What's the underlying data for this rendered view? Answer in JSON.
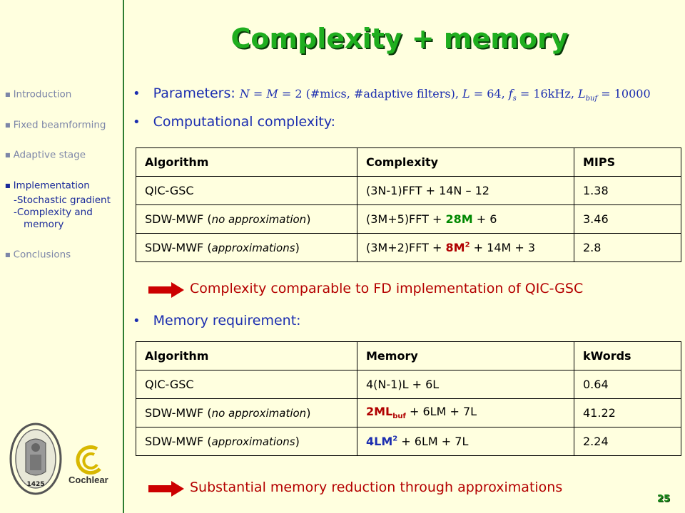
{
  "sidebar": {
    "items": [
      {
        "label": "Introduction"
      },
      {
        "label": "Fixed beamforming"
      },
      {
        "label": "Adaptive stage"
      },
      {
        "label": "Implementation"
      }
    ],
    "subitems": [
      "-Stochastic gradient",
      "-Complexity  and",
      "memory"
    ],
    "last_item": "Conclusions",
    "cochlear_label": "Cochlear",
    "seal_year": "1425"
  },
  "slide": {
    "title": "Complexity + memory",
    "parameters_label": "Parameters:",
    "parameters_text_a": "N",
    "parameters_text_b": " = ",
    "parameters_text_c": "M",
    "parameters_text_d": " = 2 (#mics, #adaptive filters), ",
    "parameters_text_e": "L",
    "parameters_text_f": " = 64, ",
    "parameters_fs": "f",
    "parameters_fs_sub": "s",
    "parameters_text_g": " = 16kHz, ",
    "parameters_lbuf": "L",
    "parameters_lbuf_sub": "buf",
    "parameters_text_h": " = 10000",
    "complexity_label": "Computational complexity:",
    "memory_label": "Memory requirement:",
    "conclusion1": "Complexity comparable to FD implementation of QIC-GSC",
    "conclusion2": "Substantial memory reduction through approximations",
    "page_number": "25"
  },
  "complexity_table": {
    "headers": [
      "Algorithm",
      "Complexity",
      "MIPS"
    ],
    "rows": [
      {
        "alg": "QIC-GSC",
        "cx": "(3N-1)FFT + 14N – 12",
        "mips": "1.38"
      },
      {
        "alg_a": "SDW-MWF (",
        "alg_i": "no approximation",
        "alg_b": ")",
        "cx_a": "(3M+5)FFT + ",
        "cx_hl": "28M",
        "cx_b": " + 6",
        "mips": "3.46"
      },
      {
        "alg_a": "SDW-MWF (",
        "alg_i": "approximations",
        "alg_b": ")",
        "cx_a": "(3M+2)FFT + ",
        "cx_hl": "8M",
        "cx_sup": "2",
        "cx_b": " + 14M + 3",
        "mips": "2.8"
      }
    ]
  },
  "memory_table": {
    "headers": [
      "Algorithm",
      "Memory",
      "kWords"
    ],
    "rows": [
      {
        "alg": "QIC-GSC",
        "mem": "4(N-1)L + 6L",
        "kw": "0.64"
      },
      {
        "alg_a": "SDW-MWF (",
        "alg_i": "no approximation",
        "alg_b": ")",
        "mem_hl": "2ML",
        "mem_sub": "buf",
        "mem_b": " + 6LM + 7L",
        "kw": "41.22"
      },
      {
        "alg_a": "SDW-MWF (",
        "alg_i": "approximations",
        "alg_b": ")",
        "mem_hl": "4LM",
        "mem_sup": "2",
        "mem_b": " + 6LM + 7L",
        "kw": "2.24"
      }
    ]
  },
  "colors": {
    "background": "#ffffdf",
    "title_green": "#1fae1f",
    "bullet_blue": "#1c2eb0",
    "conclusion_red": "#b40000",
    "highlight_green": "#008800",
    "highlight_red": "#b00000",
    "arrow_red": "#cc0000"
  }
}
